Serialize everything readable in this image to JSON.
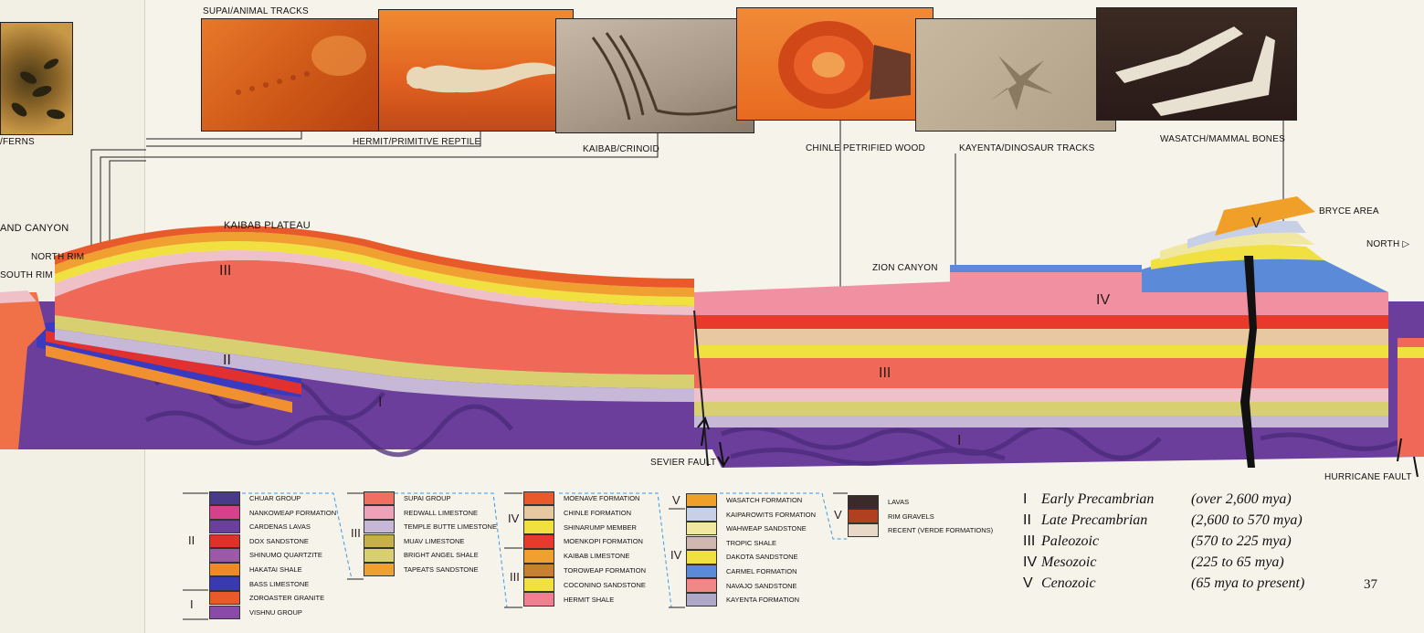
{
  "fossils": [
    {
      "label": "/FERNS",
      "icon": "fern-fossil-icon"
    },
    {
      "label": "SUPAI/ANIMAL TRACKS",
      "icon": "animal-tracks-icon"
    },
    {
      "label": "HERMIT/PRIMITIVE REPTILE",
      "icon": "reptile-icon"
    },
    {
      "label": "KAIBAB/CRINOID",
      "icon": "crinoid-icon"
    },
    {
      "label": "CHINLE PETRIFIED WOOD",
      "icon": "petrified-wood-icon"
    },
    {
      "label": "KAYENTA/DINOSAUR TRACKS",
      "icon": "dinosaur-track-icon"
    },
    {
      "label": "WASATCH/MAMMAL BONES",
      "icon": "mammal-bone-icon"
    }
  ],
  "places": {
    "grand_canyon": "AND CANYON",
    "north_rim": "NORTH RIM",
    "south_rim": "SOUTH RIM",
    "kaibab_plateau": "KAIBAB PLATEAU",
    "zion_canyon": "ZION CANYON",
    "bryce_area": "BRYCE AREA",
    "north": "NORTH ▷",
    "sevier_fault": "SEVIER FAULT",
    "hurricane_fault": "HURRICANE FAULT"
  },
  "section_numerals": [
    "III",
    "II",
    "I",
    "IV",
    "III",
    "I",
    "V"
  ],
  "legend": {
    "group1": {
      "numerals": [
        "II",
        "I"
      ],
      "items": [
        {
          "name": "CHUAR GROUP",
          "color": "#4a3a8c"
        },
        {
          "name": "NANKOWEAP FORMATION",
          "color": "#d7408a"
        },
        {
          "name": "CARDENAS LAVAS",
          "color": "#6a3f9e"
        },
        {
          "name": "DOX SANDSTONE",
          "color": "#e0302a"
        },
        {
          "name": "SHINUMO QUARTZITE",
          "color": "#9a5aa8"
        },
        {
          "name": "HAKATAI SHALE",
          "color": "#ee8a2a"
        },
        {
          "name": "BASS LIMESTONE",
          "color": "#3a3ab0"
        },
        {
          "name": "ZOROASTER GRANITE",
          "color": "#e85a2a"
        },
        {
          "name": "VISHNU GROUP",
          "color": "#8a4aa8"
        }
      ]
    },
    "group2": {
      "numerals": [
        "III"
      ],
      "items": [
        {
          "name": "SUPAI GROUP",
          "color": "#f07060"
        },
        {
          "name": "REDWALL LIMESTONE",
          "color": "#f0a0b8"
        },
        {
          "name": "TEMPLE BUTTE LIMESTONE",
          "color": "#c8b8d8"
        },
        {
          "name": "MUAV LIMESTONE",
          "color": "#c8b048"
        },
        {
          "name": "BRIGHT ANGEL SHALE",
          "color": "#d8d070"
        },
        {
          "name": "TAPEATS SANDSTONE",
          "color": "#f0a030"
        }
      ]
    },
    "group3": {
      "numerals": [
        "IV",
        "III"
      ],
      "items": [
        {
          "name": "MOENAVE FORMATION",
          "color": "#e85a2a"
        },
        {
          "name": "CHINLE FORMATION",
          "color": "#e8c8a0"
        },
        {
          "name": "SHINARUMP MEMBER",
          "color": "#f0e040"
        },
        {
          "name": "MOENKOPI FORMATION",
          "color": "#e83a2a"
        },
        {
          "name": "KAIBAB LIMESTONE",
          "color": "#f0a030"
        },
        {
          "name": "TOROWEAP FORMATION",
          "color": "#c88030"
        },
        {
          "name": "COCONINO SANDSTONE",
          "color": "#f0e040"
        },
        {
          "name": "HERMIT SHALE",
          "color": "#f08090"
        }
      ]
    },
    "group4": {
      "numerals": [
        "V",
        "IV"
      ],
      "items": [
        {
          "name": "WASATCH FORMATION",
          "color": "#f0a028"
        },
        {
          "name": "KAIPAROWITS FORMATION",
          "color": "#c8d0e8"
        },
        {
          "name": "WAHWEAP SANDSTONE",
          "color": "#f0e8a0"
        },
        {
          "name": "TROPIC SHALE",
          "color": "#d0b8b0"
        },
        {
          "name": "DAKOTA SANDSTONE",
          "color": "#f0e040"
        },
        {
          "name": "CARMEL FORMATION",
          "color": "#5a8ad8"
        },
        {
          "name": "NAVAJO SANDSTONE",
          "color": "#f08888"
        },
        {
          "name": "KAYENTA FORMATION",
          "color": "#b0a8c8"
        }
      ]
    },
    "group5": {
      "numerals": [
        "V"
      ],
      "items": [
        {
          "name": "LAVAS",
          "color": "#3a2a2a"
        },
        {
          "name": "RIM GRAVELS",
          "color": "#b04020"
        },
        {
          "name": "RECENT (VERDE FORMATIONS)",
          "color": "#e8d8c8"
        }
      ]
    }
  },
  "eras": [
    {
      "num": "I",
      "name": "Early Precambrian",
      "range": "(over 2,600 mya)"
    },
    {
      "num": "II",
      "name": "Late Precambrian",
      "range": "(2,600 to 570 mya)"
    },
    {
      "num": "III",
      "name": "Paleozoic",
      "range": "(570 to 225 mya)"
    },
    {
      "num": "IV",
      "name": "Mesozoic",
      "range": "(225 to 65 mya)"
    },
    {
      "num": "V",
      "name": "Cenozoic",
      "range": "(65 mya to present)"
    }
  ],
  "page_number": "37"
}
